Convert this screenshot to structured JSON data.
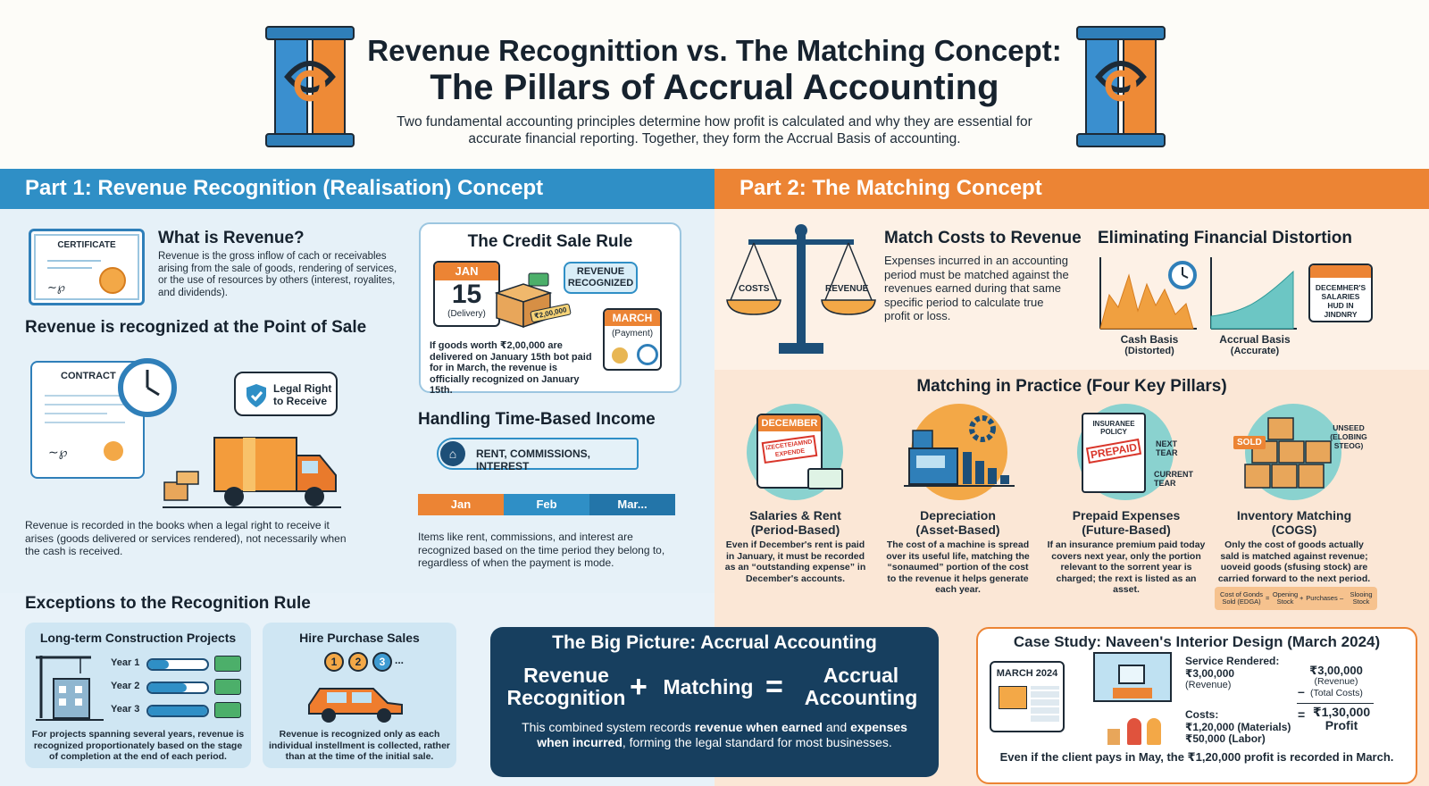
{
  "header": {
    "title_line1": "Revenue Recognittion  vs. The Matching Concept:",
    "title_line2": "The Pillars of Accrual Accounting",
    "subtitle": "Two fundamental accounting principles determine how profit is calculated and why they are essential for accurate financial reporting. Together, they form the Accrual Basis of accounting."
  },
  "part1": {
    "band": "Part 1: Revenue Recognition (Realisation) Concept",
    "what": {
      "heading": "What is Revenue?",
      "certificate": "CERTIFICATE",
      "text": "Revenue is the gross inflow of cach or receivables arising from the sale of goods, rendering of services, or the use of resources by others (interest, royalites, and dividends)."
    },
    "point_of_sale": {
      "heading": "Revenue is recognized at the Point of Sale",
      "contract": "CONTRACT",
      "legal": "Legal Right to Receive",
      "text": "Revenue is recorded in the books when a legal right to receive it arises (goods delivered or services rendered), not necessarily when the cash is received."
    },
    "credit_sale": {
      "heading": "The Credit Sale Rule",
      "month": "JAN",
      "day": "15",
      "delivery": "(Delivery)",
      "amount": "₹2,00,000",
      "badge": "REVENUE RECOGNIZED",
      "march": "MARCH",
      "payment": "(Payment)",
      "text": "If goods worth ₹2,00,000 are delivered on January 15th bot paid for in March, the revenue is officially recognized on January 15th."
    },
    "time_based": {
      "heading": "Handling Time-Based Income",
      "tag": "RENT, COMMISSIONS, INTEREST",
      "months": [
        "Jan",
        "Feb",
        "Mar..."
      ],
      "text": "Items like rent, commissions, and interest are recognized based on the time period they belong to, regardless of when the payment is mode."
    },
    "exceptions": {
      "heading": "Exceptions to the Recognition Rule",
      "construction": {
        "title": "Long-term Construction Projects",
        "years": [
          "Year 1",
          "Year 2",
          "Year 3"
        ],
        "progress": [
          0.35,
          0.65,
          1.0
        ],
        "text": "For projects spanning several years, revenue is recognized proportionately based on the stage of completion at the end of each period."
      },
      "hire": {
        "title": "Hire Purchase Sales",
        "steps": [
          "1",
          "2",
          "3",
          "..."
        ],
        "text": "Revenue is recognized only as each individual instellment is collected, rather than at the time of the initial sale."
      }
    }
  },
  "part2": {
    "band": "Part 2: The Matching Concept",
    "match": {
      "heading": "Match Costs to Revenue",
      "costs": "COSTS",
      "revenue": "REVENUE",
      "text": "Expenses incurred in an accounting period must be matched against the revenues earned during that same specific period to calculate true profit or loss."
    },
    "distortion": {
      "heading": "Eliminating Financial Distortion",
      "cash_label": "Cash Basis",
      "cash_sub": "(Distorted)",
      "accrual_label": "Accrual Basis",
      "accrual_sub": "(Accurate)",
      "calendar_text": "DECEMHER'S SALARIES HUD IN JINDNRY"
    },
    "practice": {
      "heading": "Matching in Practice (Four Key Pillars)",
      "pillars": [
        {
          "title": "Salaries & Rent",
          "subtitle": "(Period-Based)",
          "icon_text": "DECEMBER",
          "stamp": "IZECETEIAMND EXPENDE",
          "text": "Even if December's rent is paid in January, it must be recorded as an “outstanding expense” in December's accounts."
        },
        {
          "title": "Depreciation",
          "subtitle": "(Asset-Based)",
          "text": "The cost of a machine is spread over its useful life, matching the “sonaumed” portion of the cost to the revenue it helps generate each year."
        },
        {
          "title": "Prepaid Expenses",
          "subtitle": "(Future-Based)",
          "icon_text": "INSURANEE POLICY",
          "stamp": "PREPAID",
          "next": "NEXT TEAR",
          "current": "CURRENT TEAR",
          "text": "If an insurance premium paid today covers next year, only the portion relevant to the sorrent year is charged; the rext is listed as an asset."
        },
        {
          "title": "Inventory Matching",
          "subtitle": "(COGS)",
          "sold": "SOLD",
          "unsold": "UNSEED (ELOBING STEOG)",
          "text": "Only the cost of goods actually sald is matched against revenue; uoveid goods (sfusing stock) are carried forward to the next period.",
          "formula": [
            "Cost of Gonds Sold (EDGA)",
            "=",
            "Opening Stock",
            "+",
            "Purchases",
            "–",
            "Slooing Stock"
          ]
        }
      ]
    }
  },
  "big_picture": {
    "title": "The Big Picture: Accrual Accounting",
    "term1": "Revenue Recognition",
    "plus": "+",
    "term2": "Matching",
    "eq": "=",
    "term3": "Accrual Accounting",
    "text_a": "This combined system records ",
    "text_b": "revenue when earned",
    "text_c": " and ",
    "text_d": "expenses when incurred",
    "text_e": ", forming the legal standard for most businesses."
  },
  "case_study": {
    "title": "Case Study: Naveen's Interior Design (March 2024)",
    "calendar": "MARCH 2024",
    "service_label": "Service Rendered:",
    "service_amount": "₹3,00,000",
    "service_sub": "(Revenue)",
    "costs_label": "Costs:",
    "materials": "₹1,20,000 (Materials)",
    "labor": "₹50,000 (Labor)",
    "calc_revenue": "₹3,00,000",
    "calc_revenue_sub": "(Revenue)",
    "minus": "–",
    "calc_costs_sub": "(Total Costs)",
    "equals": "=",
    "profit": "₹1,30,000",
    "profit_label": "Profit",
    "footer": "Even if the client pays in May, the ₹1,20,000 profit is recorded in March."
  },
  "colors": {
    "blue": "#2f8fc6",
    "orange": "#ec8434",
    "navy": "#173f5f",
    "teal": "#5ec2c1",
    "green": "#3c9a5f"
  }
}
